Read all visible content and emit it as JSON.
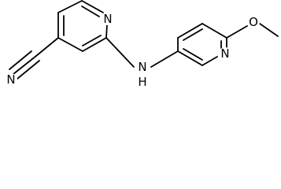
{
  "molecule": {
    "atoms": {
      "N_nitrile": "N",
      "N_ring_left": "N",
      "N_amine": "N",
      "H_amine": "H",
      "N_ring_right": "N",
      "O_methoxy": "O"
    },
    "colors": {
      "bond": "#000000",
      "label": "#000000",
      "background": "#ffffff"
    }
  }
}
